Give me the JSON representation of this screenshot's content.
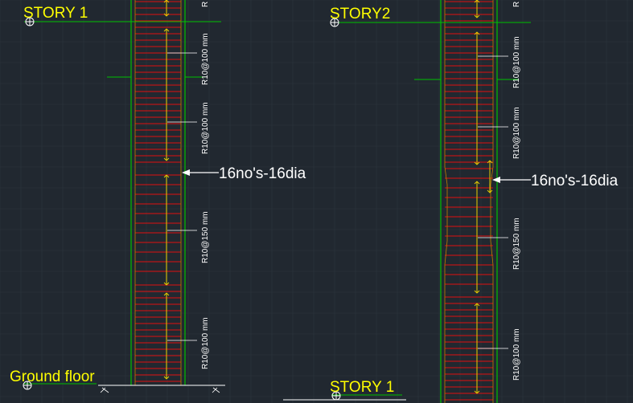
{
  "left_panel": {
    "top_label": "STORY 1",
    "bottom_label": "Ground floor",
    "callout": "16no's-16dia",
    "spacing_labels": [
      "R10@100 mm",
      "R10@100 mm",
      "R10@150 mm",
      "R10@100 mm"
    ]
  },
  "right_panel": {
    "top_label": "STORY2",
    "bottom_label": "STORY 1",
    "callout": "16no's-16dia",
    "spacing_labels": [
      "R10@100 mm",
      "R10@100 mm",
      "R10@150 mm",
      "R10@100 mm"
    ]
  },
  "colors": {
    "background": "#212830",
    "grid": "#2c343d",
    "column_outline": "#00c000",
    "ties": "#e01010",
    "main_bars": "#e8d000",
    "labels": "#ffff00",
    "callout_text": "#ffffff"
  }
}
